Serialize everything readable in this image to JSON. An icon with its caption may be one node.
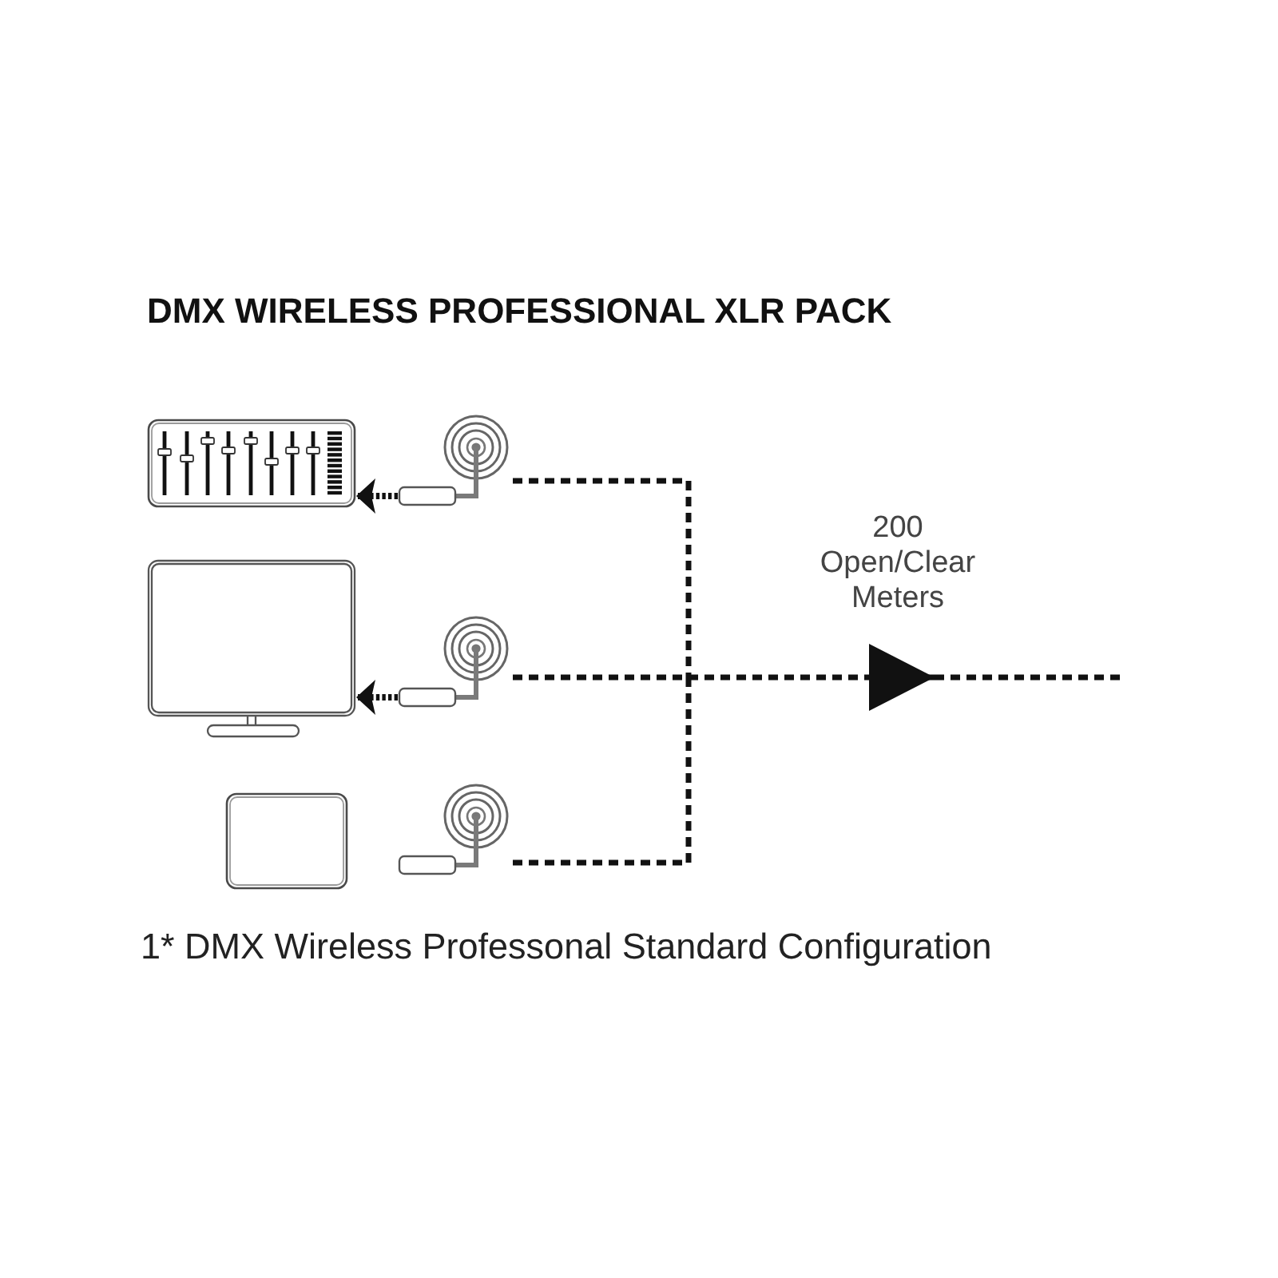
{
  "diagram": {
    "title": "DMX WIRELESS PROFESSIONAL XLR PACK",
    "caption": "1* DMX Wireless Professonal Standard Configuration",
    "nodes": [
      {
        "text": [],
        "shape": "picture"
      },
      {
        "text": [],
        "shape": "picture"
      },
      {
        "text": [],
        "shape": "picture"
      },
      {
        "text": [],
        "shape": "picture"
      },
      {
        "text": [],
        "shape": "picture"
      },
      {
        "text": [],
        "shape": "picture"
      }
    ],
    "edges": [
      {
        "from": 1,
        "to": 0,
        "arrow": "to",
        "style": "dashed"
      },
      {
        "from": 3,
        "to": 2,
        "arrow": "to",
        "style": "dashed"
      },
      {
        "from": 1,
        "to": null,
        "arrow": "to",
        "style": "dashed"
      },
      {
        "from": 3,
        "to": null,
        "arrow": "to",
        "style": "dashed",
        "label": "200 Open/Clear Meters"
      },
      {
        "from": 5,
        "to": null,
        "arrow": "to",
        "style": "dashed"
      }
    ]
  }
}
